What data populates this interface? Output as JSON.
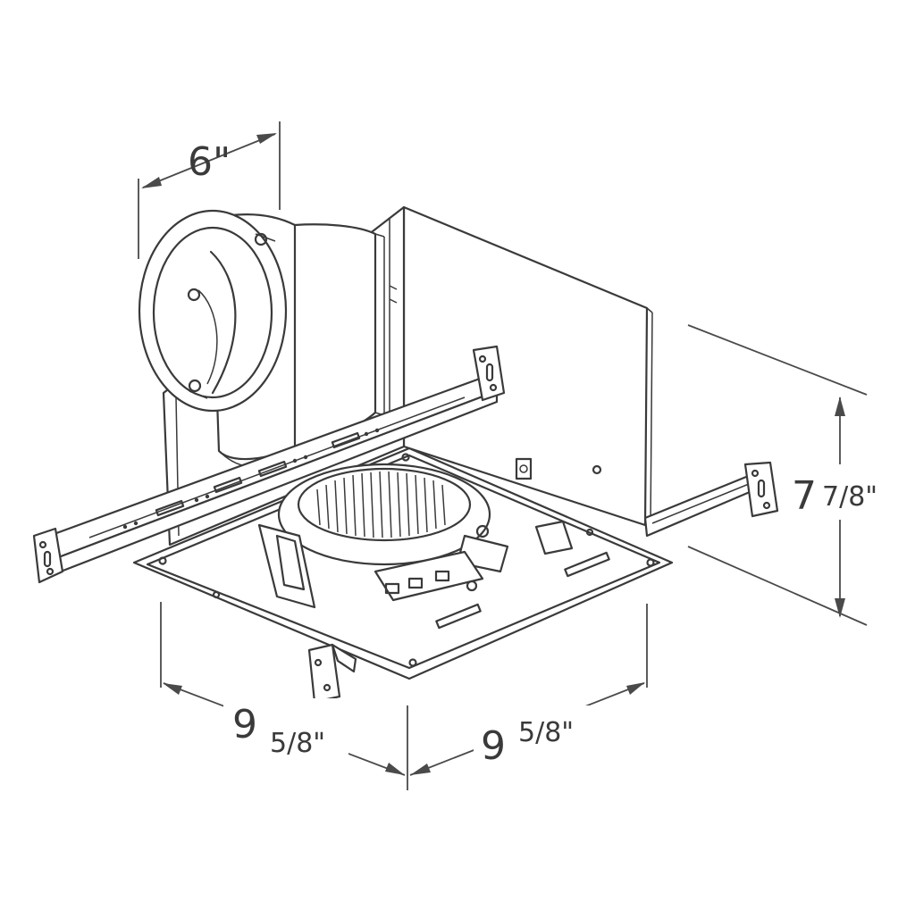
{
  "dimensions": {
    "duct_diameter": "6\"",
    "height_whole": "7",
    "height_fraction": "7/8\"",
    "width_left_whole": "9",
    "width_left_fraction": "5/8\"",
    "width_right_whole": "9",
    "width_right_fraction": "5/8\""
  }
}
